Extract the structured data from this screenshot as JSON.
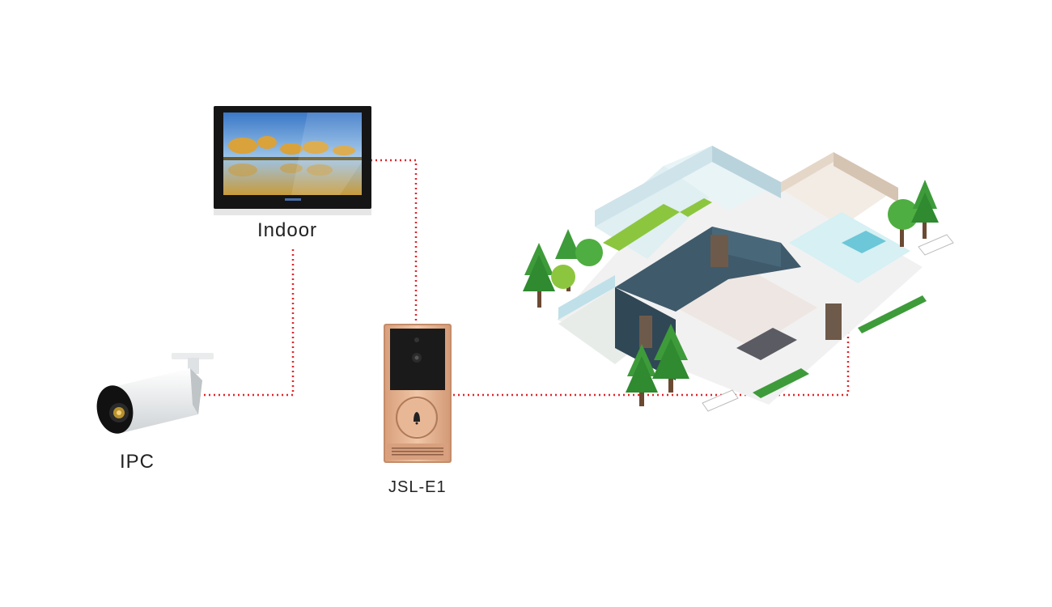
{
  "labels": {
    "indoor": "Indoor",
    "ipc": "IPC",
    "doorbell": "JSL-E1"
  },
  "colors": {
    "connection_line": "#e0262b",
    "doorbell_body": "#e3b08f",
    "monitor_bezel": "#151515",
    "house_wall": "#3f5a6b"
  },
  "icons": [
    "indoor-monitor-icon",
    "ip-camera-icon",
    "video-doorbell-icon",
    "house-icon",
    "tree-icon"
  ]
}
